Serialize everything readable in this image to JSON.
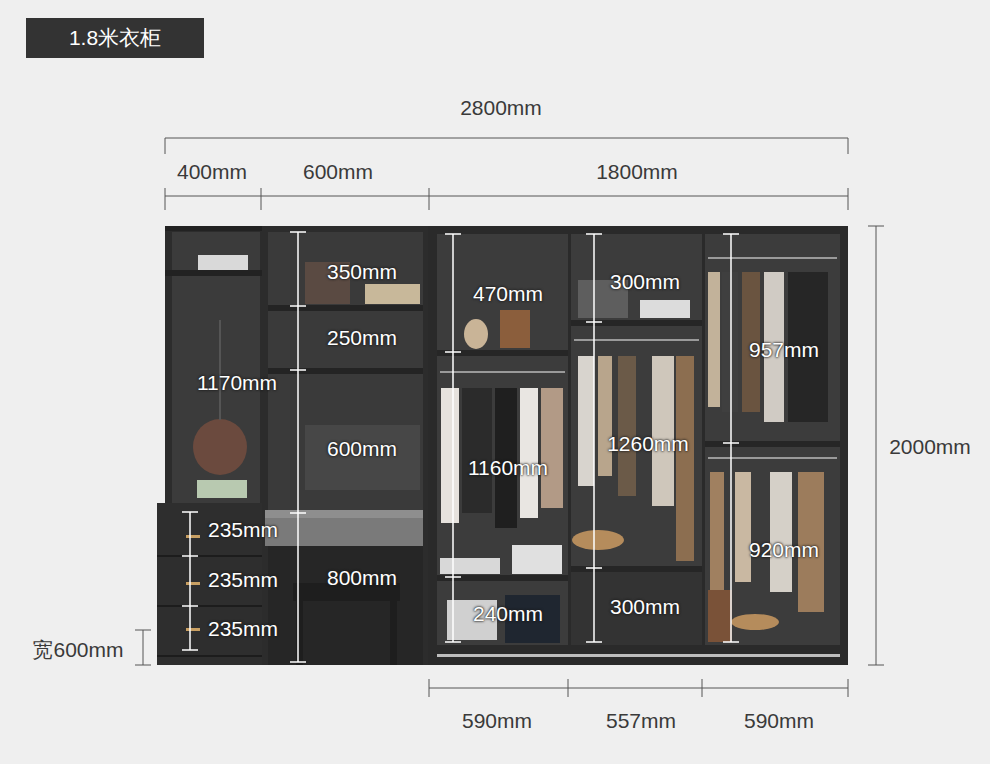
{
  "diagram": {
    "title": "1.8米衣柜",
    "labels": [
      "2800mm",
      "400mm",
      "600mm",
      "1800mm",
      "350mm",
      "470mm",
      "300mm",
      "250mm",
      "957mm",
      "1170mm",
      "2000mm",
      "600mm",
      "1260mm",
      "1160mm",
      "235mm",
      "920mm",
      "235mm",
      "800mm",
      "宽600mm",
      "300mm",
      "240mm",
      "235mm",
      "590mm",
      "557mm",
      "590mm"
    ]
  }
}
